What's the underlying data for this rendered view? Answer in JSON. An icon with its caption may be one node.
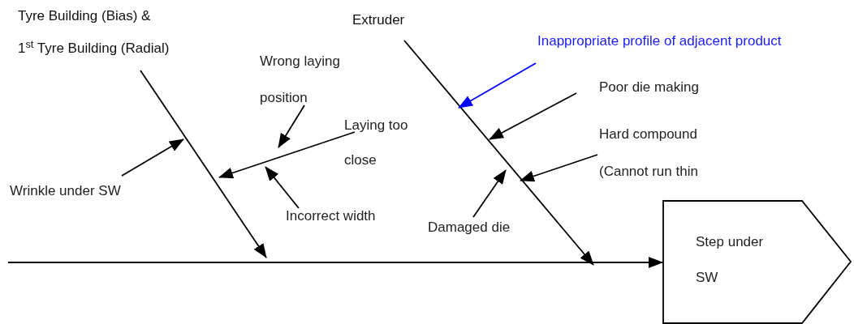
{
  "diagram": {
    "nodes": [
      {
        "text": [
          "Tyre Building (Bias) &",
          "1$^{st}$ Tyre Building (Radial)"
        ]
      },
      {
        "text": [
          "Extruder"
        ]
      },
      {
        "text": [
          "Wrong laying position"
        ]
      },
      {
        "text": [
          "Laying too close"
        ]
      },
      {
        "text": [
          "Wrinkle under SW"
        ]
      },
      {
        "text": [
          "Incorrect width"
        ]
      },
      {
        "text": [
          "Inappropriate profile of adjacent product"
        ]
      },
      {
        "text": [
          "Poor die making"
        ]
      },
      {
        "text": [
          "Hard compound (Cannot run thin"
        ]
      },
      {
        "text": [
          "Damaged die"
        ]
      },
      {
        "text": [
          "Step under SW"
        ]
      }
    ],
    "edges": [
      {
        "from": 0,
        "to": null,
        "arrow": "to"
      },
      {
        "from": 1,
        "to": null,
        "arrow": "to"
      },
      {
        "from": null,
        "to": 10,
        "arrow": "to"
      },
      {
        "from": 4,
        "to": null,
        "arrow": "to"
      },
      {
        "from": 2,
        "to": null,
        "arrow": "to"
      },
      {
        "from": 3,
        "to": null,
        "arrow": "to"
      },
      {
        "from": 5,
        "to": null,
        "arrow": "to"
      },
      {
        "from": 6,
        "to": null,
        "arrow": "to",
        "color": "#0000ff"
      },
      {
        "from": 7,
        "to": null,
        "arrow": "to"
      },
      {
        "from": 8,
        "to": null,
        "arrow": "to"
      },
      {
        "from": 9,
        "to": null,
        "arrow": "to"
      }
    ]
  }
}
